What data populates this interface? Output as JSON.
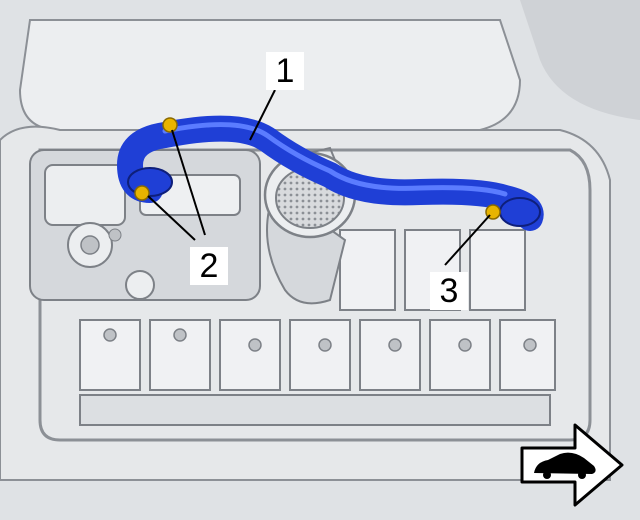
{
  "figure": {
    "callouts": [
      {
        "id": "1",
        "label": "1",
        "meaning": "hose"
      },
      {
        "id": "2",
        "label": "2",
        "meaning": "bolts"
      },
      {
        "id": "3",
        "label": "3",
        "meaning": "bolt"
      }
    ],
    "direction_icon": "car-forward-arrow-icon",
    "colors": {
      "hose": "#1f3fd6",
      "hose_highlight": "#5b7cff",
      "bolt": "#e8b400",
      "engine_light": "#e6e8ea",
      "engine_mid": "#c9ccd0",
      "engine_dark": "#8c9096",
      "arrow_fill": "#ffffff"
    }
  }
}
